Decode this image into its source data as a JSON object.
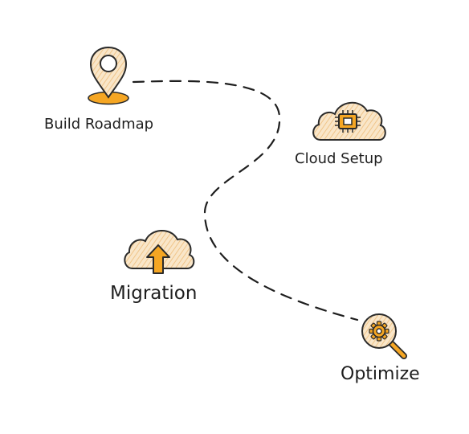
{
  "steps": [
    {
      "label": "Build Roadmap",
      "icon": "map-pin-icon"
    },
    {
      "label": "Cloud Setup",
      "icon": "cloud-chip-icon"
    },
    {
      "label": "Migration",
      "icon": "cloud-upload-icon"
    },
    {
      "label": "Optimize",
      "icon": "gear-magnifier-icon"
    }
  ],
  "colors": {
    "accent": "#f5a623",
    "fill": "#f7ddb8",
    "outline": "#2a2a2a",
    "path": "#1e1e1e"
  }
}
